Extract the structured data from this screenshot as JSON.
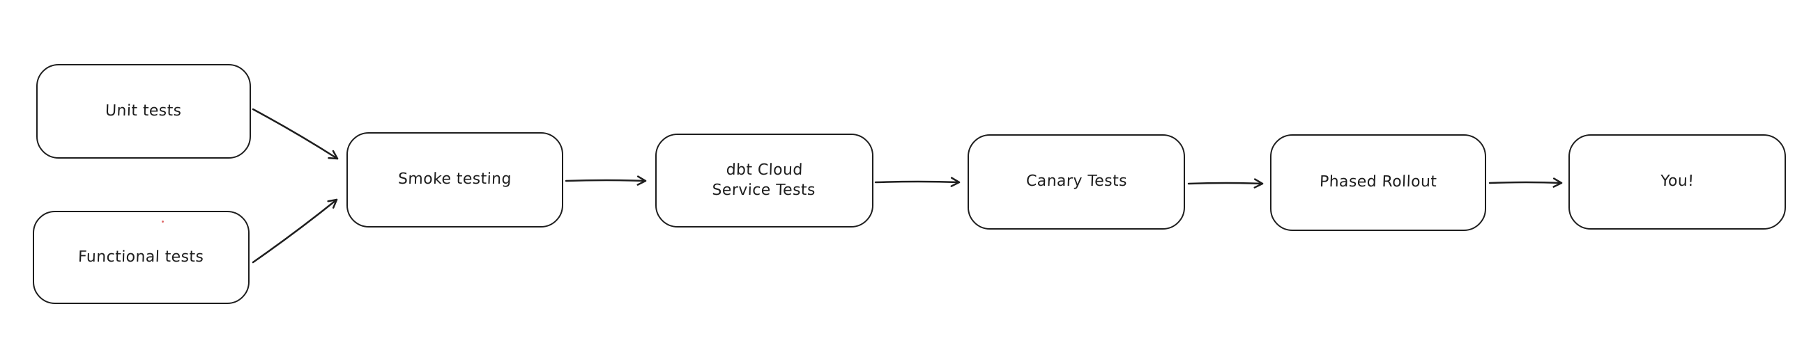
{
  "diagram": {
    "type": "flowchart",
    "background_color": "#ffffff",
    "stroke_color": "#1e1e1e",
    "nodes": {
      "unit_tests": {
        "label": "Unit tests"
      },
      "functional_tests": {
        "label": "Functional tests"
      },
      "smoke_testing": {
        "label": "Smoke testing"
      },
      "dbt_cloud_service_tests": {
        "label": "dbt Cloud\nService Tests"
      },
      "canary_tests": {
        "label": "Canary Tests"
      },
      "phased_rollout": {
        "label": "Phased Rollout"
      },
      "you": {
        "label": "You!"
      }
    },
    "edges": [
      {
        "from": "unit_tests",
        "to": "smoke_testing"
      },
      {
        "from": "functional_tests",
        "to": "smoke_testing"
      },
      {
        "from": "smoke_testing",
        "to": "dbt_cloud_service_tests"
      },
      {
        "from": "dbt_cloud_service_tests",
        "to": "canary_tests"
      },
      {
        "from": "canary_tests",
        "to": "phased_rollout"
      },
      {
        "from": "phased_rollout",
        "to": "you"
      }
    ]
  }
}
